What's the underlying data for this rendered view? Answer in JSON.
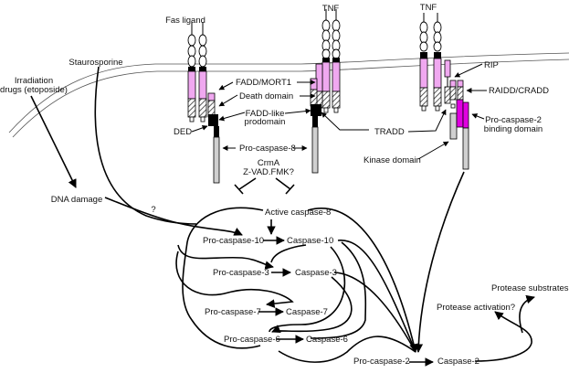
{
  "diagram": {
    "colors": {
      "light_pink": "#f0a8f0",
      "magenta": "#e000e0",
      "gray": "#d0d0d0",
      "black": "#000000"
    },
    "receptors": {
      "fas": "Fas ligand",
      "tnf1": "TNF",
      "tnf2": "TNF"
    },
    "inducers": {
      "irradiation": [
        "Irradiation",
        "drugs (etoposide)"
      ],
      "staurosporine": "Staurosporine",
      "dna_damage": "DNA damage",
      "question": "?"
    },
    "domain_labels": {
      "fadd": "FADD/MORT1",
      "death_domain": "Death domain",
      "fadd_like": [
        "FADD-like",
        "prodomain"
      ],
      "ded": "DED",
      "procaspase8": "Pro-caspase-8",
      "inhibitors": [
        "CrmA",
        "Z-VAD.FMK?"
      ],
      "tradd": "TRADD",
      "rip": "RIP",
      "raidd": "RAIDD/CRADD",
      "procasp2_binding": [
        "Pro-caspase-2",
        "binding domain"
      ],
      "kinase": "Kinase domain"
    },
    "cascade": {
      "active8": "Active caspase-8",
      "pro10": "Pro-caspase-10",
      "c10": "Caspase-10",
      "pro3": "Pro-caspase-3",
      "c3": "Caspase-3",
      "pro7": "Pro-caspase-7",
      "c7": "Caspase-7",
      "pro6": "Pro-caspase-6",
      "c6": "Caspase-6",
      "pro2": "Pro-caspase-2",
      "c2": "Caspase-2",
      "protease_activation": "Protease activation?",
      "protease_substrates": "Protease substrates?"
    }
  }
}
